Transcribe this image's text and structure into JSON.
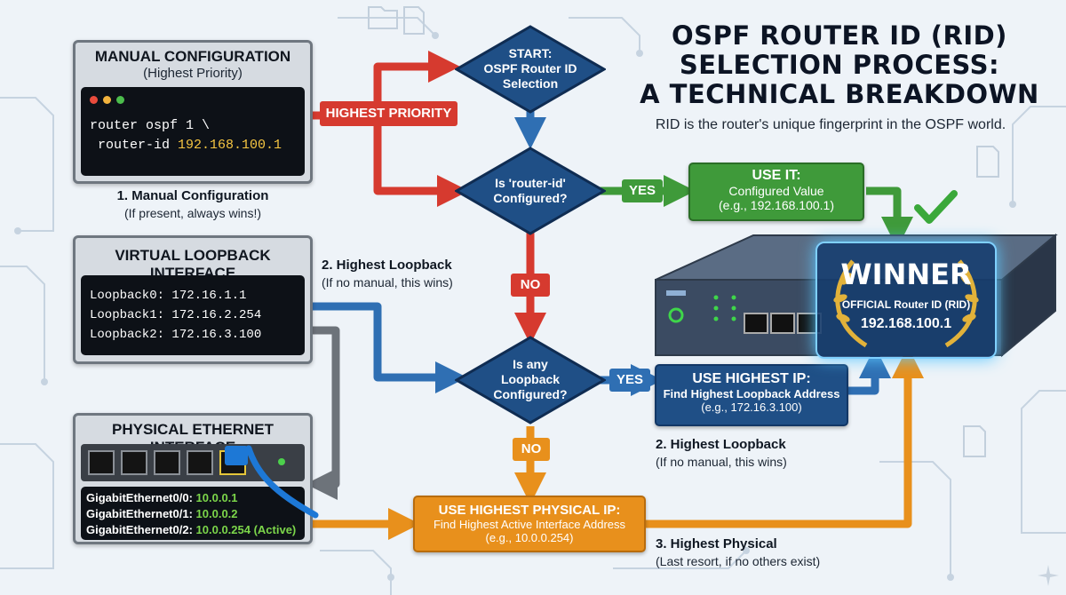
{
  "title": {
    "line1": "OSPF ROUTER ID (RID)",
    "line2": "SELECTION PROCESS:",
    "line3": "A TECHNICAL BREAKDOWN",
    "subtitle": "RID is the router's unique fingerprint in the OSPF world."
  },
  "manual_panel": {
    "header": "MANUAL CONFIGURATION",
    "subheader": "(Highest Priority)",
    "code_line1": "router ospf 1 \\",
    "code_line2_prefix": " router-id ",
    "code_line2_ip": "192.168.100.1",
    "caption": "1. Manual Configuration",
    "caption_sub": "(If present, always wins!)"
  },
  "loopback_panel": {
    "header": "VIRTUAL LOOPBACK INTERFACE",
    "lines": [
      "Loopback0: 172.16.1.1",
      "Loopback1: 172.16.2.254",
      "Loopback2: 172.16.3.100"
    ]
  },
  "physical_panel": {
    "header": "PHYSICAL ETHERNET INTERFACE",
    "lines": [
      {
        "name": "GigabitEthernet0/0: ",
        "ip": "10.0.0.1"
      },
      {
        "name": "GigabitEthernet0/1: ",
        "ip": "10.0.0.2"
      },
      {
        "name": "GigabitEthernet0/2: ",
        "ip": "10.0.0.254 (Active)"
      }
    ]
  },
  "flow": {
    "start": {
      "line1": "START:",
      "line2": "OSPF Router ID",
      "line3": "Selection"
    },
    "highest_priority_tag": "HIGHEST PRIORITY",
    "decision1": {
      "line1": "Is 'router-id'",
      "line2": "Configured?"
    },
    "decision2": {
      "line1": "Is any",
      "line2": "Loopback",
      "line3": "Configured?"
    },
    "yes1": "YES",
    "no1": "NO",
    "yes2": "YES",
    "no2": "NO",
    "use_it": {
      "title": "USE IT:",
      "line1": "Configured Value",
      "line2": "(e.g., 192.168.100.1)"
    },
    "use_highest_ip": {
      "title": "USE HIGHEST IP:",
      "line1": "Find Highest Loopback Address",
      "line2": "(e.g., 172.16.3.100)"
    },
    "use_physical": {
      "title": "USE HIGHEST PHYSICAL IP:",
      "line1": "Find Highest Active Interface Address",
      "line2": "(e.g., 10.0.0.254)"
    },
    "loopback_label": "2. Highest Loopback",
    "loopback_label_sub": "(If no manual, this wins)",
    "loopback_label2": "2. Highest Loopback",
    "loopback_label2_sub": "(If no manual, this wins)",
    "physical_label": "3. Highest Physical",
    "physical_label_sub": "(Last resort, if no others exist)"
  },
  "winner": {
    "title": "WINNER",
    "line1": "OFFICIAL Router ID (RID)",
    "line2": "192.168.100.1"
  },
  "colors": {
    "red": "#d63a2f",
    "green": "#3f9a3a",
    "blue": "#2f6fb3",
    "orange": "#e8901c",
    "navy": "#1f4f86",
    "gray": "#6d737a"
  }
}
